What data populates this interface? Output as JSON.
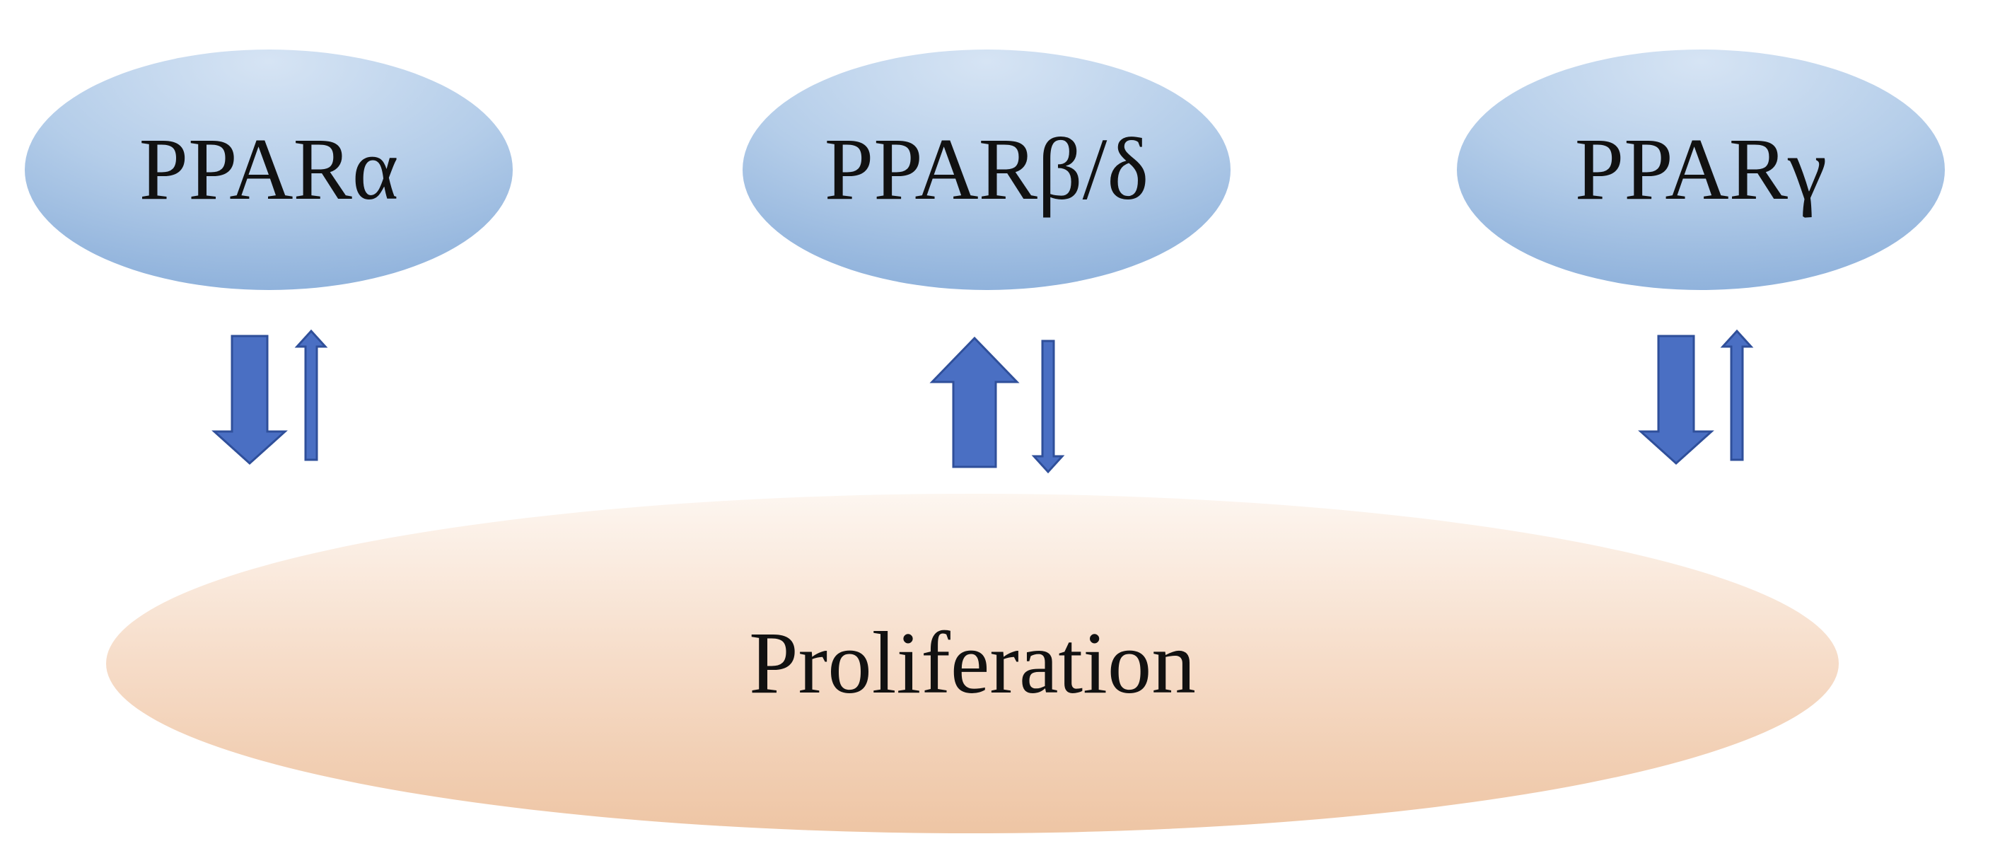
{
  "nodes": {
    "ppar_alpha": "PPARα",
    "ppar_beta_delta": "PPARβ/δ",
    "ppar_gamma": "PPARγ",
    "proliferation": "Proliferation"
  },
  "effects": {
    "ppar_alpha": {
      "down": "large",
      "up": "small"
    },
    "ppar_beta_delta": {
      "up": "large",
      "down": "small"
    },
    "ppar_gamma": {
      "down": "large",
      "up": "small"
    }
  },
  "colors": {
    "ppar_fill_light": "#d4e3f3",
    "ppar_fill_dark": "#8fb3dc",
    "proliferation_fill_light": "#fdf3ec",
    "proliferation_fill_dark": "#eec4a3",
    "arrow_fill": "#4a6fc3",
    "arrow_stroke": "#2f4f9a",
    "text": "#111111"
  }
}
